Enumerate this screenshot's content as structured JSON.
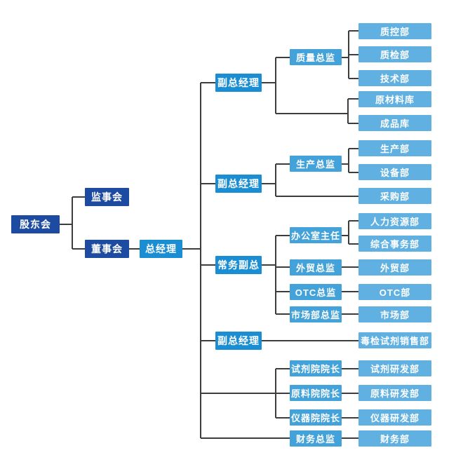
{
  "diagram": {
    "type": "organization-chart",
    "background": "#ffffff"
  },
  "palette": {
    "navy_box": "#1e4ba2",
    "primary_box": "#1b8ed3",
    "mid_box": "#42a2d9",
    "leaf_box": "#60b1e2",
    "connector_line": "#3d3d3d",
    "box_text": "#ffffff"
  },
  "nodes": {
    "shareholders": {
      "label": "股东会"
    },
    "supervisory_board": {
      "label": "监事会"
    },
    "board_of_directors": {
      "label": "董事会"
    },
    "general_manager": {
      "label": "总经理"
    },
    "vice_gm_1": {
      "label": "副总经理"
    },
    "vice_gm_2": {
      "label": "副总经理"
    },
    "executive_vice_gm": {
      "label": "常务副总"
    },
    "vice_gm_3": {
      "label": "副总经理"
    },
    "quality_director": {
      "label": "质量总监"
    },
    "production_director": {
      "label": "生产总监"
    },
    "office_director": {
      "label": "办公室主任"
    },
    "foreign_trade_director": {
      "label": "外贸总监"
    },
    "otc_director": {
      "label": "OTC总监"
    },
    "marketing_director": {
      "label": "市场部总监"
    },
    "reagent_institute_dean": {
      "label": "试剂院院长"
    },
    "material_institute_dean": {
      "label": "原料院院长"
    },
    "instrument_institute_dean": {
      "label": "仪器院院长"
    },
    "finance_director": {
      "label": "财务总监"
    },
    "qc_dept": {
      "label": "质控部"
    },
    "qa_dept": {
      "label": "质检部"
    },
    "tech_dept": {
      "label": "技术部"
    },
    "raw_material_warehouse": {
      "label": "原材料库"
    },
    "finished_goods_warehouse": {
      "label": "成品库"
    },
    "production_dept": {
      "label": "生产部"
    },
    "equipment_dept": {
      "label": "设备部"
    },
    "purchasing_dept": {
      "label": "采购部"
    },
    "hr_dept": {
      "label": "人力资源部"
    },
    "general_affairs_dept": {
      "label": "综合事务部"
    },
    "foreign_trade_dept": {
      "label": "外贸部"
    },
    "otc_dept": {
      "label": "OTC部"
    },
    "marketing_dept": {
      "label": "市场部"
    },
    "drug_test_reagent_sales_dept": {
      "label": "毒检试剂销售部"
    },
    "reagent_rd_dept": {
      "label": "试剂研发部"
    },
    "material_rd_dept": {
      "label": "原料研发部"
    },
    "instrument_rd_dept": {
      "label": "仪器研发部"
    },
    "finance_dept": {
      "label": "财务部"
    }
  },
  "edges": [
    [
      "shareholders",
      "supervisory_board"
    ],
    [
      "shareholders",
      "board_of_directors"
    ],
    [
      "board_of_directors",
      "general_manager"
    ],
    [
      "general_manager",
      "vice_gm_1"
    ],
    [
      "general_manager",
      "vice_gm_2"
    ],
    [
      "general_manager",
      "executive_vice_gm"
    ],
    [
      "general_manager",
      "vice_gm_3"
    ],
    [
      "general_manager",
      "reagent_institute_dean"
    ],
    [
      "general_manager",
      "material_institute_dean"
    ],
    [
      "general_manager",
      "instrument_institute_dean"
    ],
    [
      "general_manager",
      "finance_director"
    ],
    [
      "vice_gm_1",
      "quality_director"
    ],
    [
      "vice_gm_1",
      "raw_material_warehouse"
    ],
    [
      "vice_gm_1",
      "finished_goods_warehouse"
    ],
    [
      "quality_director",
      "qc_dept"
    ],
    [
      "quality_director",
      "qa_dept"
    ],
    [
      "quality_director",
      "tech_dept"
    ],
    [
      "vice_gm_2",
      "production_director"
    ],
    [
      "vice_gm_2",
      "purchasing_dept"
    ],
    [
      "production_director",
      "production_dept"
    ],
    [
      "production_director",
      "equipment_dept"
    ],
    [
      "executive_vice_gm",
      "office_director"
    ],
    [
      "executive_vice_gm",
      "foreign_trade_director"
    ],
    [
      "executive_vice_gm",
      "otc_director"
    ],
    [
      "executive_vice_gm",
      "marketing_director"
    ],
    [
      "office_director",
      "hr_dept"
    ],
    [
      "office_director",
      "general_affairs_dept"
    ],
    [
      "foreign_trade_director",
      "foreign_trade_dept"
    ],
    [
      "otc_director",
      "otc_dept"
    ],
    [
      "marketing_director",
      "marketing_dept"
    ],
    [
      "vice_gm_3",
      "drug_test_reagent_sales_dept"
    ],
    [
      "reagent_institute_dean",
      "reagent_rd_dept"
    ],
    [
      "material_institute_dean",
      "material_rd_dept"
    ],
    [
      "instrument_institute_dean",
      "instrument_rd_dept"
    ],
    [
      "finance_director",
      "finance_dept"
    ]
  ]
}
